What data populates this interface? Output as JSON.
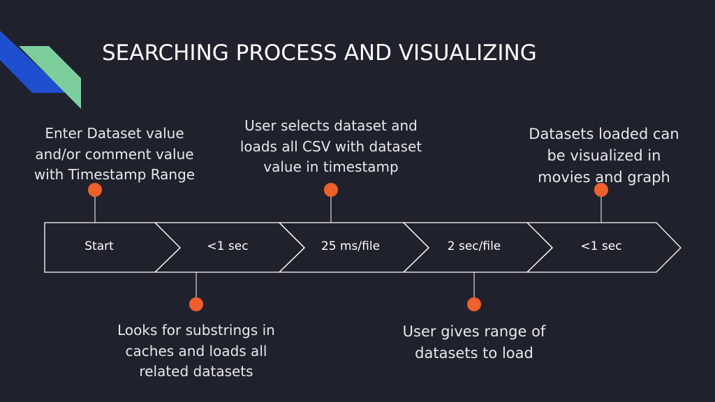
{
  "title": "SEARCHING PROCESS AND VISUALIZING",
  "steps": [
    {
      "label": "Start"
    },
    {
      "label": "<1 sec"
    },
    {
      "label": "25 ms/file"
    },
    {
      "label": "2 sec/file"
    },
    {
      "label": "<1 sec"
    }
  ],
  "notes": {
    "enter": [
      "Enter Dataset value",
      "and/or comment value",
      "with Timestamp Range"
    ],
    "select": [
      "User selects dataset and",
      "loads all CSV with dataset",
      "value in timestamp"
    ],
    "visualize": [
      "Datasets loaded can",
      "be visualized in",
      "movies and graph"
    ],
    "lookup": [
      "Looks for substrings in",
      "caches and loads all",
      "related datasets"
    ],
    "range": [
      "User gives range of",
      "datasets to load"
    ]
  },
  "colors": {
    "background": "#1f222d",
    "marker": "#f0602a",
    "deco_blue": "#1f4fd1",
    "deco_green": "#7ccf9c",
    "outline": "#ffffff"
  }
}
